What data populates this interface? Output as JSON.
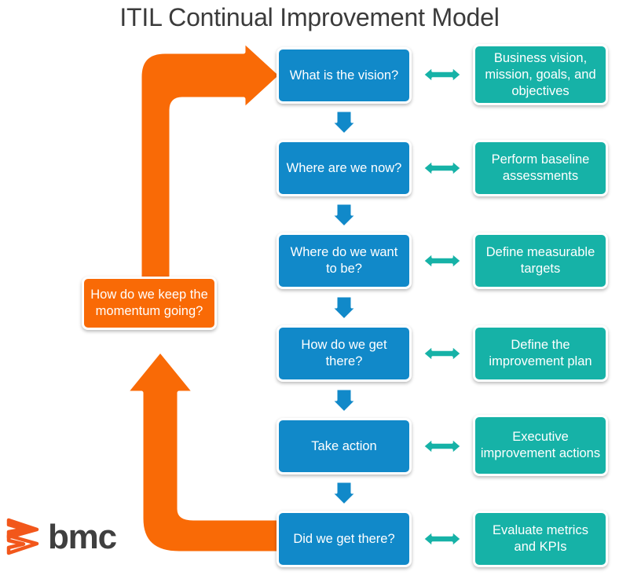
{
  "diagram": {
    "title": "ITIL Continual Improvement Model",
    "type": "flowchart",
    "colors": {
      "blue": "#1189c9",
      "teal": "#16b2a7",
      "orange": "#f96a06",
      "title_text": "#3b3b3b",
      "box_text": "#ffffff",
      "background": "#ffffff",
      "logo_mark": "#f2571b",
      "logo_word": "#3f3f3f"
    },
    "stages": [
      {
        "question": "What is the vision?",
        "answer": "Business vision, mission, goals, and objectives"
      },
      {
        "question": "Where are we now?",
        "answer": "Perform baseline assessments"
      },
      {
        "question": "Where do we want to be?",
        "answer": "Define measurable targets"
      },
      {
        "question": "How do we get there?",
        "answer": "Define the improvement plan"
      },
      {
        "question": "Take action",
        "answer": "Executive improvement actions"
      },
      {
        "question": "Did we get there?",
        "answer": "Evaluate metrics and KPIs"
      }
    ],
    "feedback_node": "How do we keep the momentum going?",
    "connectors": {
      "stage_to_stage": "down-arrow",
      "question_to_answer": "double-headed-arrow",
      "feedback_in": "big-orange-up-arrow",
      "feedback_out": "big-orange-right-arrow"
    },
    "logo": {
      "mark": "bmc-chevron-mark",
      "wordmark": "bmc"
    }
  }
}
